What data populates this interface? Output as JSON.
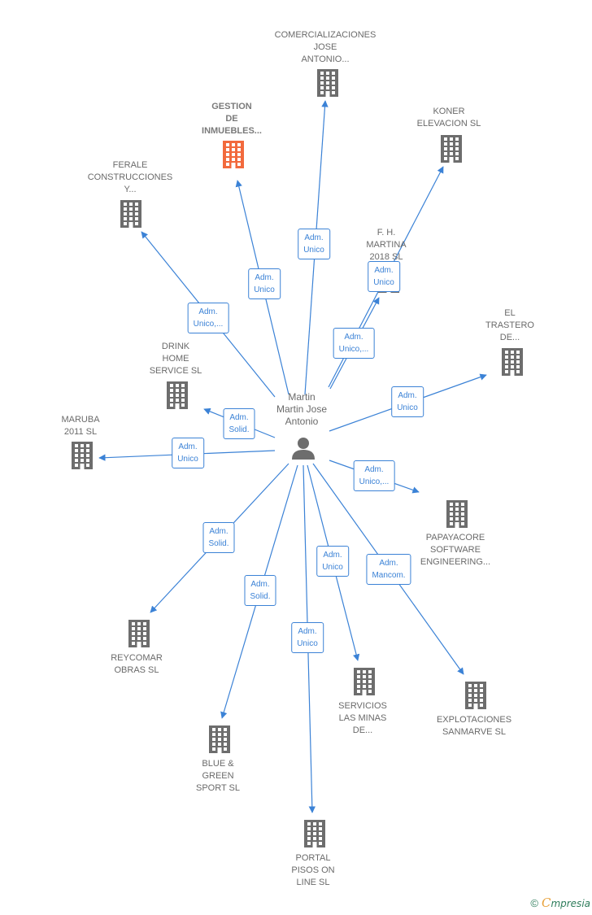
{
  "center": {
    "lines": [
      "Martin",
      "Martin Jose",
      "Antonio"
    ]
  },
  "companies": [
    {
      "id": "comercializaciones",
      "lines": [
        "COMERCIALIZACIONES",
        "JOSE",
        "ANTONIO..."
      ],
      "highlight": false
    },
    {
      "id": "gestion",
      "lines": [
        "GESTION",
        "DE",
        "INMUEBLES..."
      ],
      "highlight": true
    },
    {
      "id": "koner",
      "lines": [
        "KONER",
        "ELEVACION SL"
      ],
      "highlight": false
    },
    {
      "id": "ferale",
      "lines": [
        "FERALE",
        "CONSTRUCCIONES",
        "Y..."
      ],
      "highlight": false
    },
    {
      "id": "fh-martina",
      "lines": [
        "F. H.",
        "MARTINA",
        "2018 SL"
      ],
      "highlight": false
    },
    {
      "id": "el-trastero",
      "lines": [
        "EL",
        "TRASTERO",
        "DE..."
      ],
      "highlight": false
    },
    {
      "id": "drink-home",
      "lines": [
        "DRINK",
        "HOME",
        "SERVICE SL"
      ],
      "highlight": false
    },
    {
      "id": "maruba",
      "lines": [
        "MARUBA",
        "2011 SL"
      ],
      "highlight": false
    },
    {
      "id": "papayacore",
      "lines": [
        "PAPAYACORE",
        "SOFTWARE",
        "ENGINEERING..."
      ],
      "highlight": false
    },
    {
      "id": "reycomar",
      "lines": [
        "REYCOMAR",
        "OBRAS SL"
      ],
      "highlight": false
    },
    {
      "id": "servicios-minas",
      "lines": [
        "SERVICIOS",
        "LAS MINAS",
        "DE..."
      ],
      "highlight": false
    },
    {
      "id": "explotaciones",
      "lines": [
        "EXPLOTACIONES",
        "SANMARVE SL"
      ],
      "highlight": false
    },
    {
      "id": "blue-green",
      "lines": [
        "BLUE &",
        "GREEN",
        "SPORT SL"
      ],
      "highlight": false
    },
    {
      "id": "portal-pisos",
      "lines": [
        "PORTAL",
        "PISOS ON",
        "LINE SL"
      ],
      "highlight": false
    }
  ],
  "edges": [
    {
      "to": "comercializaciones",
      "lines": [
        "Adm.",
        "Unico"
      ]
    },
    {
      "to": "gestion",
      "lines": [
        "Adm.",
        "Unico"
      ]
    },
    {
      "to": "koner",
      "lines": [
        "Adm.",
        "Unico,..."
      ]
    },
    {
      "to": "ferale",
      "lines": [
        "Adm.",
        "Unico,..."
      ]
    },
    {
      "to": "fh-martina",
      "lines": [
        "Adm.",
        "Unico"
      ]
    },
    {
      "to": "el-trastero",
      "lines": [
        "Adm.",
        "Unico"
      ]
    },
    {
      "to": "drink-home",
      "lines": [
        "Adm.",
        "Solid."
      ]
    },
    {
      "to": "maruba",
      "lines": [
        "Adm.",
        "Unico"
      ]
    },
    {
      "to": "papayacore",
      "lines": [
        "Adm.",
        "Unico,..."
      ]
    },
    {
      "to": "reycomar",
      "lines": [
        "Adm.",
        "Solid."
      ]
    },
    {
      "to": "servicios-minas",
      "lines": [
        "Adm.",
        "Unico"
      ]
    },
    {
      "to": "explotaciones",
      "lines": [
        "Adm.",
        "Mancom."
      ]
    },
    {
      "to": "blue-green",
      "lines": [
        "Adm.",
        "Solid."
      ]
    },
    {
      "to": "portal-pisos",
      "lines": [
        "Adm.",
        "Unico"
      ]
    }
  ],
  "colors": {
    "edge": "#3b82d6",
    "building": "#6d6d6d",
    "highlight": "#f26a3d",
    "person": "#6d6d6d"
  },
  "footer": {
    "copyright": "©",
    "brand_first": "C",
    "brand_rest": "mpresia"
  }
}
